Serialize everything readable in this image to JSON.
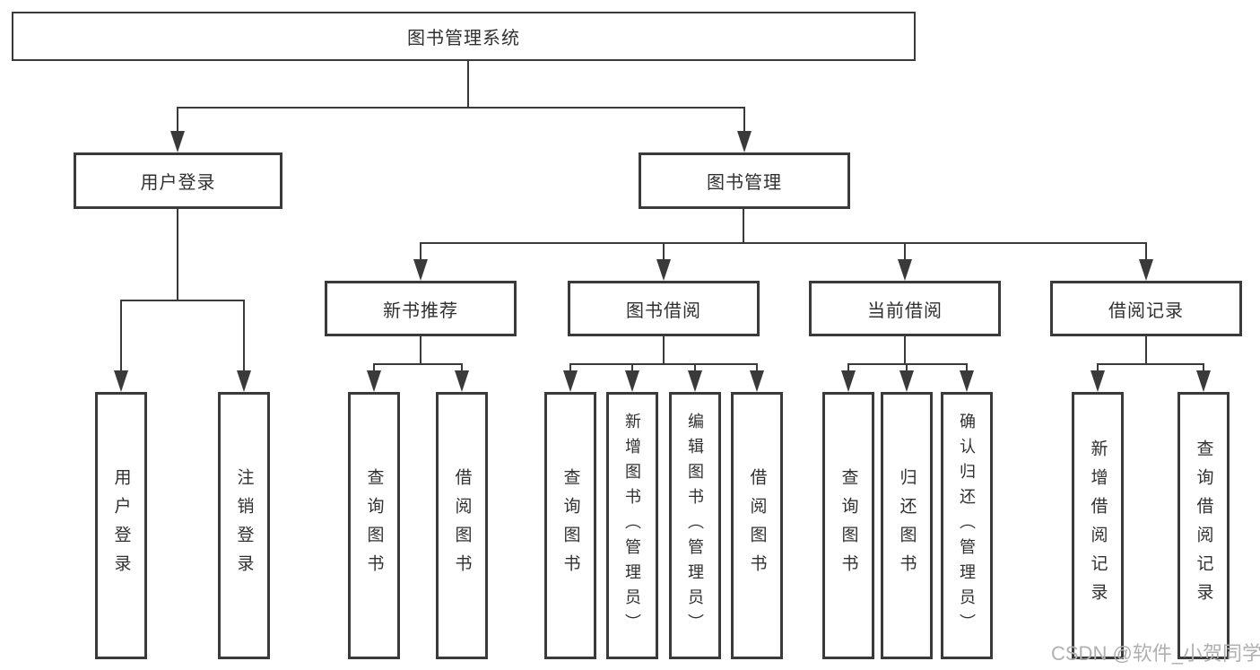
{
  "diagram_type": "tree-structure-diagram",
  "colors": {
    "background": "#ffffff",
    "line": "#3a3a3a",
    "box_border": "#3a3a3a",
    "text": "#303030",
    "watermark": "#b0b0b0"
  },
  "tree": {
    "root": {
      "label": "图书管理系统",
      "children": [
        {
          "label": "用户登录",
          "children": [
            {
              "label": "用户登录"
            },
            {
              "label": "注销登录"
            }
          ]
        },
        {
          "label": "图书管理",
          "children": [
            {
              "label": "新书推荐",
              "children": [
                {
                  "label": "查询图书"
                },
                {
                  "label": "借阅图书"
                }
              ]
            },
            {
              "label": "图书借阅",
              "children": [
                {
                  "label": "查询图书"
                },
                {
                  "label": "新增图书（管理员）"
                },
                {
                  "label": "编辑图书（管理员）"
                },
                {
                  "label": "借阅图书"
                }
              ]
            },
            {
              "label": "当前借阅",
              "children": [
                {
                  "label": "查询图书"
                },
                {
                  "label": "归还图书"
                },
                {
                  "label": "确认归还（管理员）"
                }
              ]
            },
            {
              "label": "借阅记录",
              "children": [
                {
                  "label": "新增借阅记录"
                },
                {
                  "label": "查询借阅记录"
                }
              ]
            }
          ]
        }
      ]
    }
  },
  "watermark": {
    "text": "CSDN @软件_小贺同学"
  }
}
